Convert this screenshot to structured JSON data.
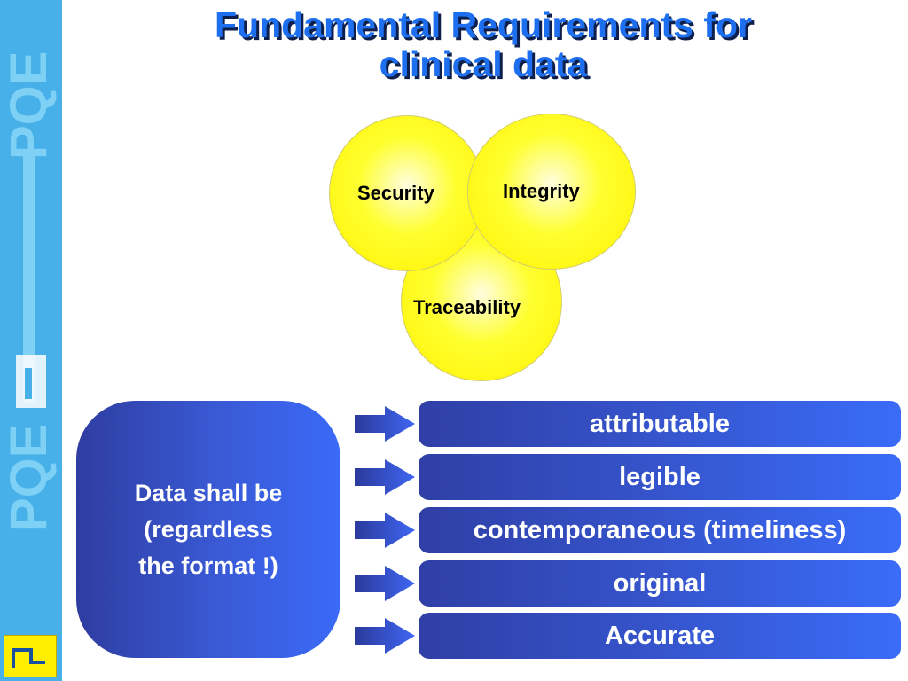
{
  "title": {
    "line1": "Fundamental Requirements for",
    "line2": "clinical data"
  },
  "brand": {
    "strip_text": "PQE",
    "strip_color": "#47b0e8",
    "mark_color": "#ffee00",
    "mark_icon": "pqe-logo-icon"
  },
  "venn": {
    "security": "Security",
    "integrity": "Integrity",
    "traceability": "Traceability",
    "fill_color": "#fff200"
  },
  "data_box": {
    "line1": "Data shall be",
    "line2": "(regardless",
    "line3": "the format !)"
  },
  "requirements": [
    "attributable",
    "legible",
    "contemporaneous (timeliness)",
    "original",
    "Accurate"
  ],
  "colors": {
    "title": "#1e6ff0",
    "bar_dark": "#2f3fa6",
    "bar_light": "#3a6cf8",
    "arrow": "#3a58d8"
  }
}
